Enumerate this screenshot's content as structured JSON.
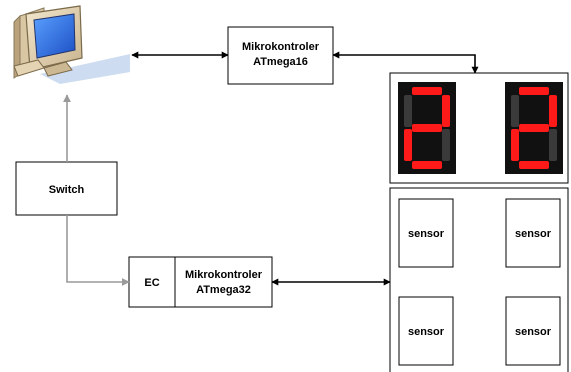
{
  "nodes": {
    "mcu16": {
      "line1": "Mikrokontroler",
      "line2": "ATmega16"
    },
    "switch": {
      "label": "Switch"
    },
    "ec": {
      "label": "EC"
    },
    "mcu32": {
      "line1": "Mikrokontroler",
      "line2": "ATmega32"
    },
    "sensors": [
      {
        "label": "sensor"
      },
      {
        "label": "sensor"
      },
      {
        "label": "sensor"
      },
      {
        "label": "sensor"
      }
    ]
  },
  "display": {
    "digits": [
      "2",
      "2"
    ]
  },
  "icons": {
    "computer": "desktop-computer-icon"
  },
  "colors": {
    "segment_on": "#ff1a1a",
    "segment_off": "#3a3a3a",
    "display_bg": "#111111",
    "gray_arrow": "#9a9a9a",
    "black_arrow": "#000000"
  }
}
